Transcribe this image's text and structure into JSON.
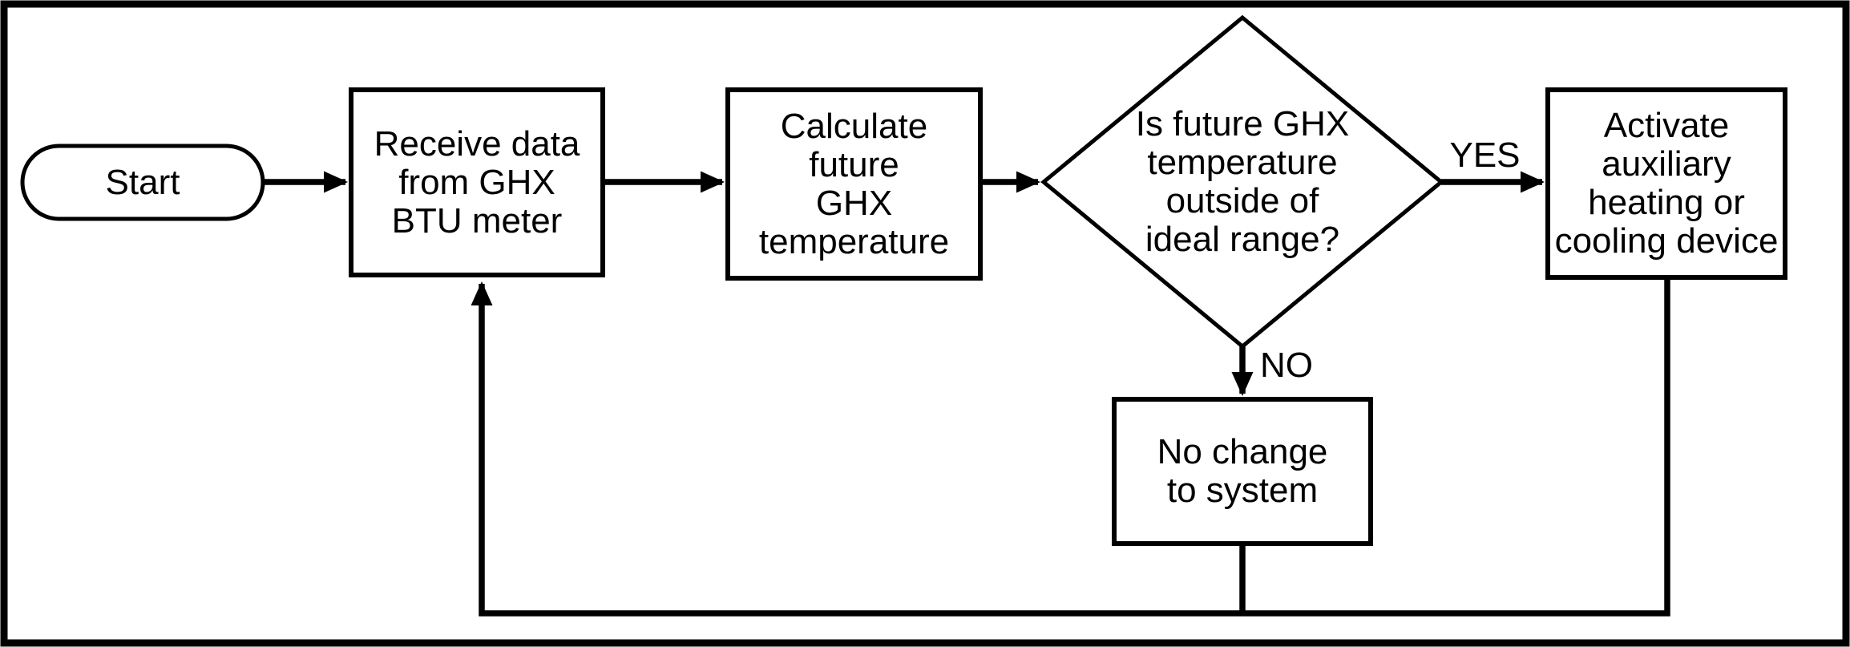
{
  "colors": {
    "background": "#ffffff",
    "line": "#000000",
    "text": "#000000"
  },
  "nodes": {
    "start": {
      "shape": "terminator",
      "label": "Start"
    },
    "receive_data": {
      "shape": "process",
      "label": "Receive data\nfrom GHX\nBTU meter"
    },
    "calculate": {
      "shape": "process",
      "label": "Calculate\nfuture\nGHX\ntemperature"
    },
    "decision": {
      "shape": "decision",
      "label": "Is future GHX\ntemperature\noutside of\nideal range?"
    },
    "activate": {
      "shape": "process",
      "label": "Activate\nauxiliary\nheating or\ncooling device"
    },
    "no_change": {
      "shape": "process",
      "label": "No change\nto system"
    }
  },
  "edge_labels": {
    "yes": "YES",
    "no": "NO"
  }
}
